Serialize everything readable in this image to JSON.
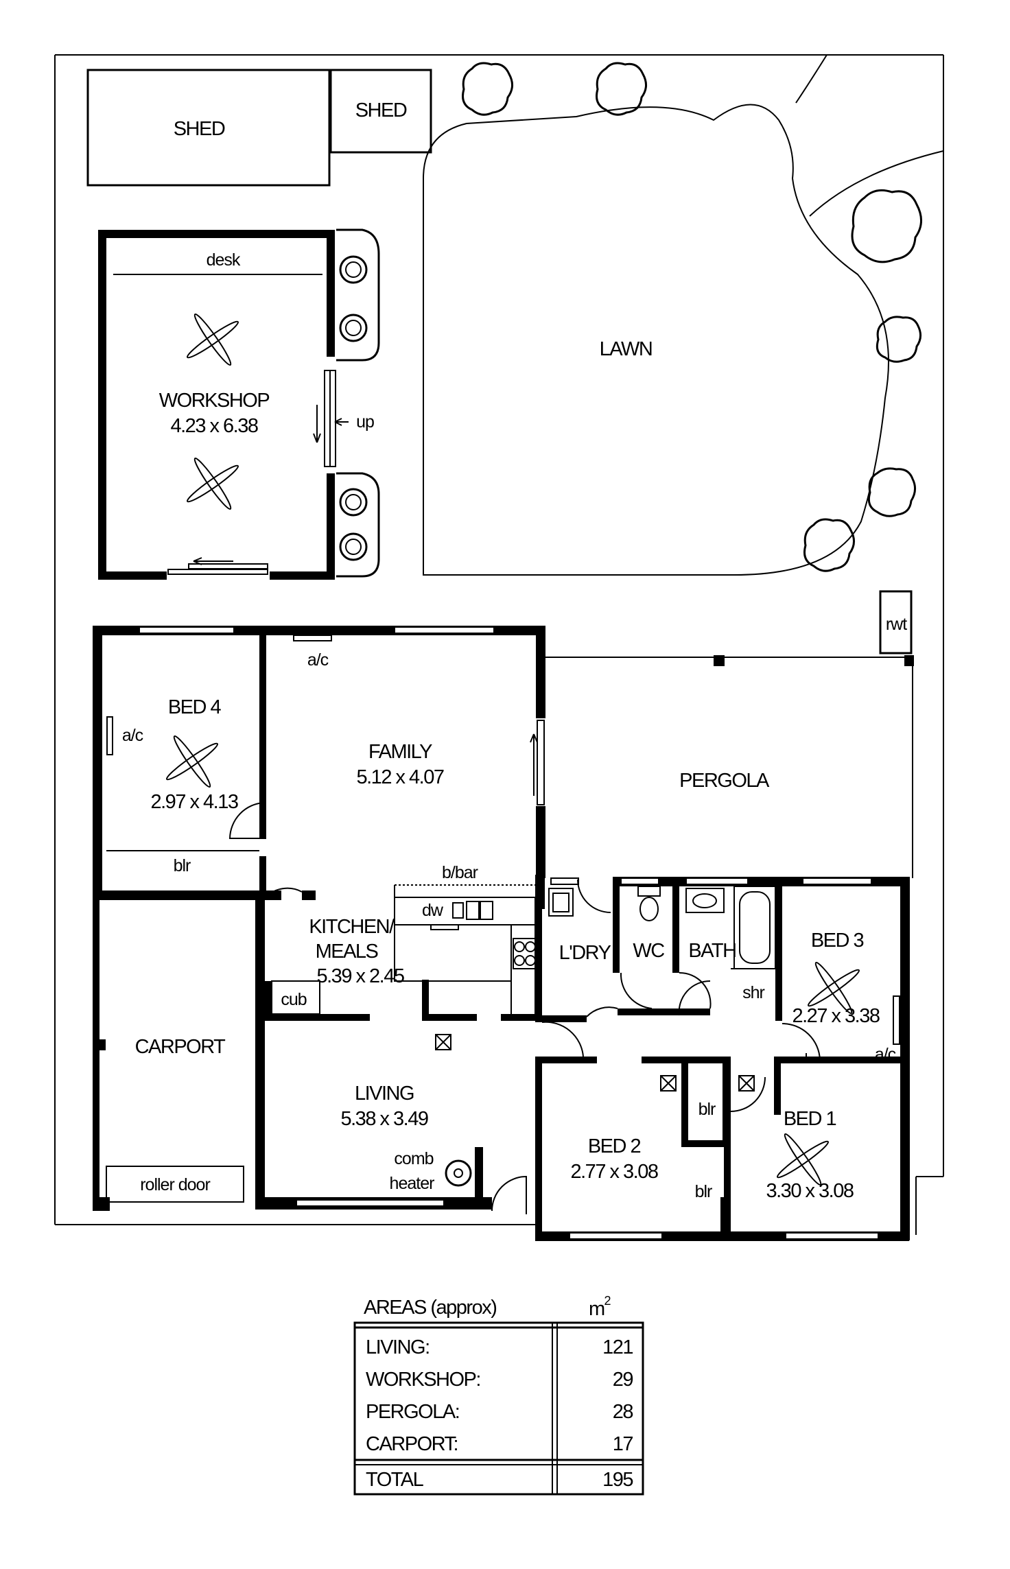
{
  "rooms": {
    "shed_large": "SHED",
    "shed_small": "SHED",
    "lawn": "LAWN",
    "workshop": {
      "name": "WORKSHOP",
      "dims": "4.23 x 6.38"
    },
    "desk": "desk",
    "up": "up",
    "bed4": {
      "name": "BED 4",
      "dims": "2.97 x 4.13"
    },
    "family": {
      "name": "FAMILY",
      "dims": "5.12 x 4.07"
    },
    "pergola": "PERGOLA",
    "rwt": "rwt",
    "kitchen": {
      "name1": "KITCHEN/",
      "name2": "MEALS",
      "dims": "5.39 x 2.45"
    },
    "bbar": "b/bar",
    "dw": "dw",
    "cub": "cub",
    "carport": "CARPORT",
    "roller_door": "roller door",
    "living": {
      "name": "LIVING",
      "dims": "5.38 x 3.49"
    },
    "comb_heater": {
      "line1": "comb",
      "line2": "heater"
    },
    "ldry": "L'DRY",
    "wc": "WC",
    "bath": "BATH",
    "shr": "shr",
    "bed3": {
      "name": "BED 3",
      "dims": "2.27 x 3.38"
    },
    "bed2": {
      "name": "BED 2",
      "dims": "2.77 x 3.08"
    },
    "bed1": {
      "name": "BED 1",
      "dims": "3.30 x 3.08"
    },
    "blr": "blr",
    "ac": "a/c"
  },
  "areas": {
    "heading": "AREAS (approx)",
    "unit": "m",
    "unit_sup": "2",
    "rows": [
      {
        "label": "LIVING:",
        "value": "121"
      },
      {
        "label": "WORKSHOP:",
        "value": "29"
      },
      {
        "label": "PERGOLA:",
        "value": "28"
      },
      {
        "label": "CARPORT:",
        "value": "17"
      }
    ],
    "total": {
      "label": "TOTAL",
      "value": "195"
    }
  }
}
